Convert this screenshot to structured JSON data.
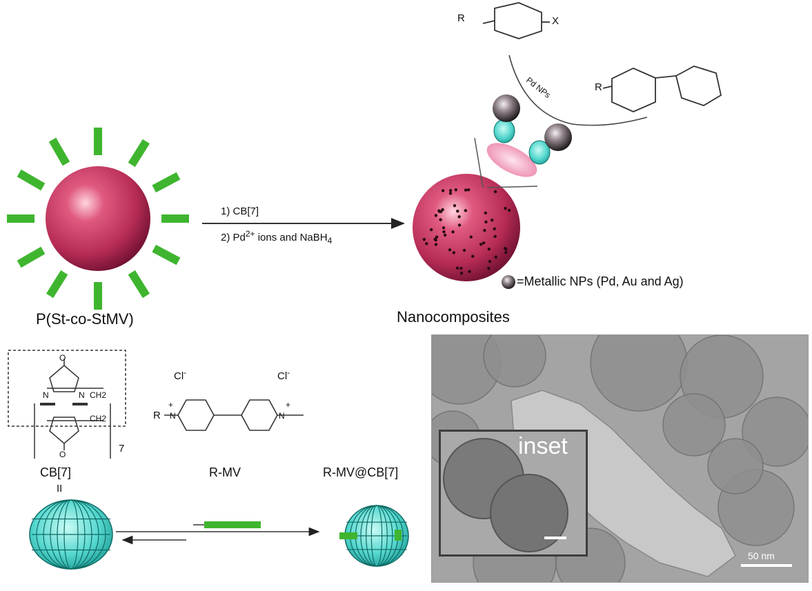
{
  "labels": {
    "polymer": "P(St-co-StMV)",
    "step1": "1) CB[7]",
    "step2_prefix": "2) Pd",
    "step2_sup": "2+",
    "step2_suffix": "ions and NaBH",
    "step2_sub": "4",
    "nanocomposites": "Nanocomposites",
    "metallic_legend": "=Metallic NPs (Pd, Au and Ag)",
    "cb7": "CB[7]",
    "cb7_subscript": "7",
    "rmv": "R-MV",
    "rmv_cb7": "R-MV@CB[7]",
    "chloride": "Cl",
    "chloride_charge": "-",
    "n_plus": "+",
    "r_group": "R",
    "x_group": "X",
    "pd_nps": "Pd NPs",
    "inset": "inset",
    "scale_main": "50 nm",
    "ring_n": "N",
    "ring_o": "O",
    "ring_ch2": "CH2",
    "cb_double_bar": "II"
  },
  "colors": {
    "sphere": "#c43a62",
    "sphere_dark": "#6d1030",
    "rod_green": "#3fb52f",
    "cb_cyan": "#56d8cf",
    "metal_np": "#2f2a2d",
    "pink_ellipse": "#f2a1bd",
    "tem_gray": "#b9b9b9"
  },
  "icons": {
    "sphere": "polymer-sphere-icon",
    "rod": "green-rod-icon",
    "cb_barrel": "cucurbituril-barrel-icon",
    "np": "metallic-nanoparticle-icon",
    "arrow": "reaction-arrow-icon"
  }
}
